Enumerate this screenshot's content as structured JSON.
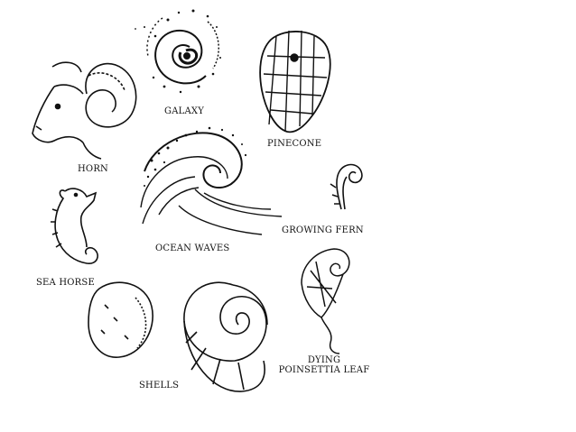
{
  "labels": {
    "galaxy": "GALAXY",
    "pinecone": "PINECONE",
    "horn": "HORN",
    "ocean_waves": "OCEAN WAVES",
    "growing_fern": "GROWING FERN",
    "sea_horse": "SEA HORSE",
    "shells": "SHELLS",
    "dying_leaf_line1": "DYING",
    "dying_leaf_line2": "POINSETTIA LEAF"
  },
  "colors": {
    "ink": "#111111",
    "background": "#ffffff"
  }
}
